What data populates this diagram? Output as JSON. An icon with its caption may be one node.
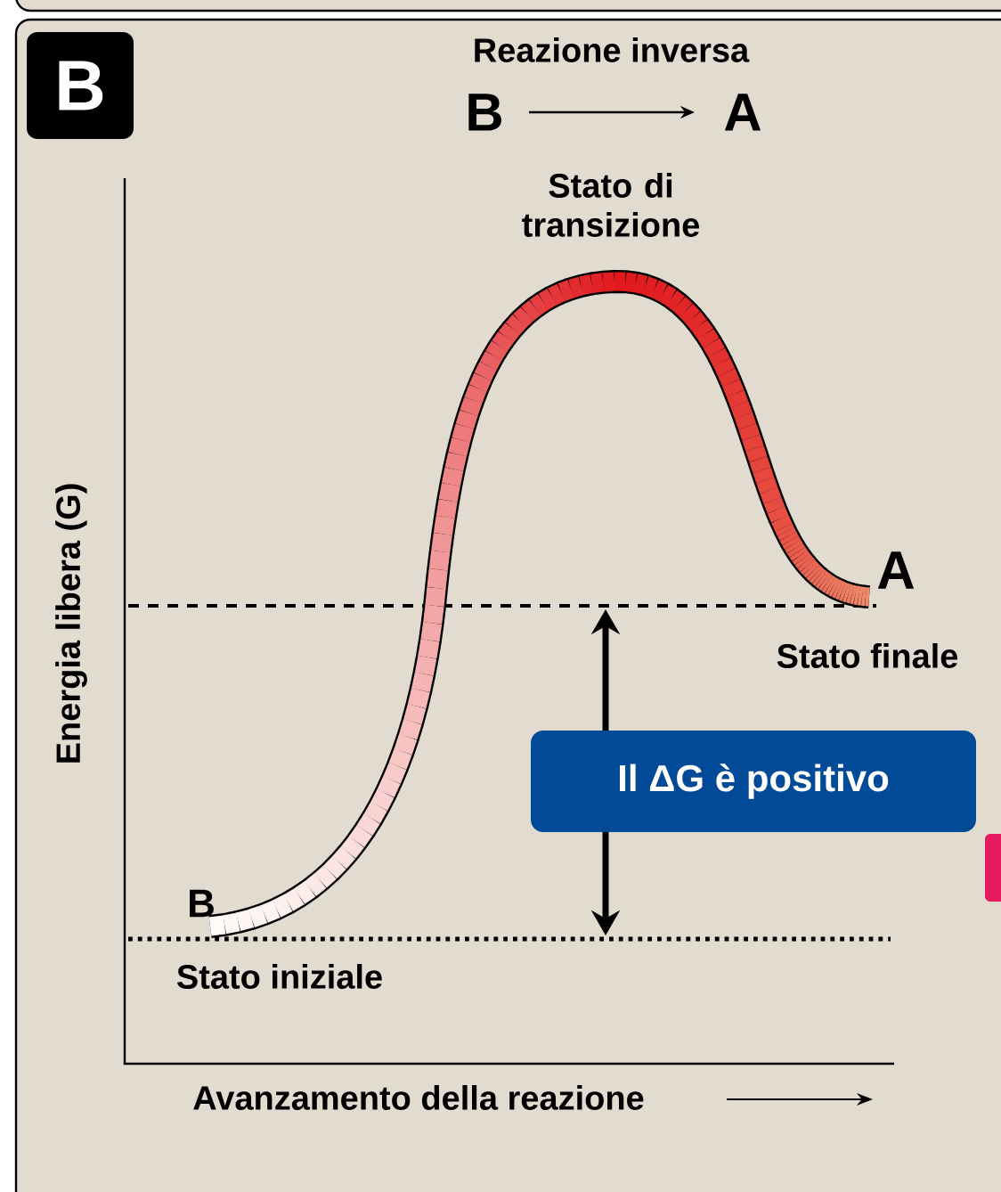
{
  "diagram": {
    "title": "Reazione inversa",
    "nodes": [
      {
        "text": [
          "B"
        ]
      },
      {
        "text": [
          "B"
        ]
      },
      {
        "text": [
          "A"
        ]
      },
      {
        "text": [
          "Il ΔG è positivo"
        ]
      }
    ],
    "edges": [
      {
        "from": 1,
        "to": 2,
        "arrow": "to"
      }
    ],
    "labels": [
      "Stato di transizione",
      "A",
      "Stato finale",
      "B",
      "Stato iniziale",
      "Energia libera (G)",
      "Avanzamento della reazione"
    ]
  }
}
